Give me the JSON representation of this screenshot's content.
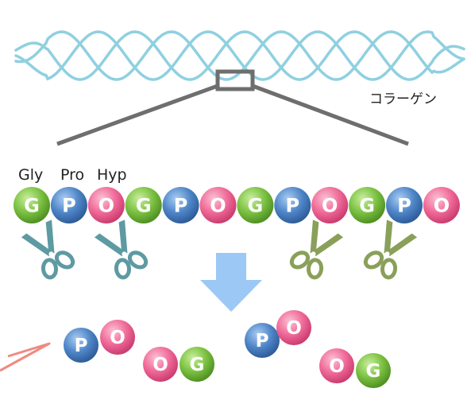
{
  "collagen": {
    "label": "コラーゲン",
    "strand_color": "#8fd0e0"
  },
  "zoom": {
    "box_color": "#6e6e6e",
    "line_color": "#6e6e6e"
  },
  "residue_labels": {
    "gly": "Gly",
    "pro": "Pro",
    "hyp": "Hyp"
  },
  "chain": [
    "G",
    "P",
    "O",
    "G",
    "P",
    "O",
    "G",
    "P",
    "O",
    "G",
    "P",
    "O"
  ],
  "bead_colors": {
    "G": "#7cc242",
    "P": "#4f86c8",
    "O": "#f06a98"
  },
  "scissors": [
    {
      "color": "#5e9aa2"
    },
    {
      "color": "#5e9aa2"
    },
    {
      "color": "#8aa05a"
    },
    {
      "color": "#8aa05a"
    }
  ],
  "arrow_color": "#9cc8f5",
  "fragments": [
    [
      "P",
      "O",
      "O",
      "G"
    ],
    [
      "P",
      "O",
      "O",
      "G"
    ]
  ],
  "pointer_color": "#f08a80"
}
